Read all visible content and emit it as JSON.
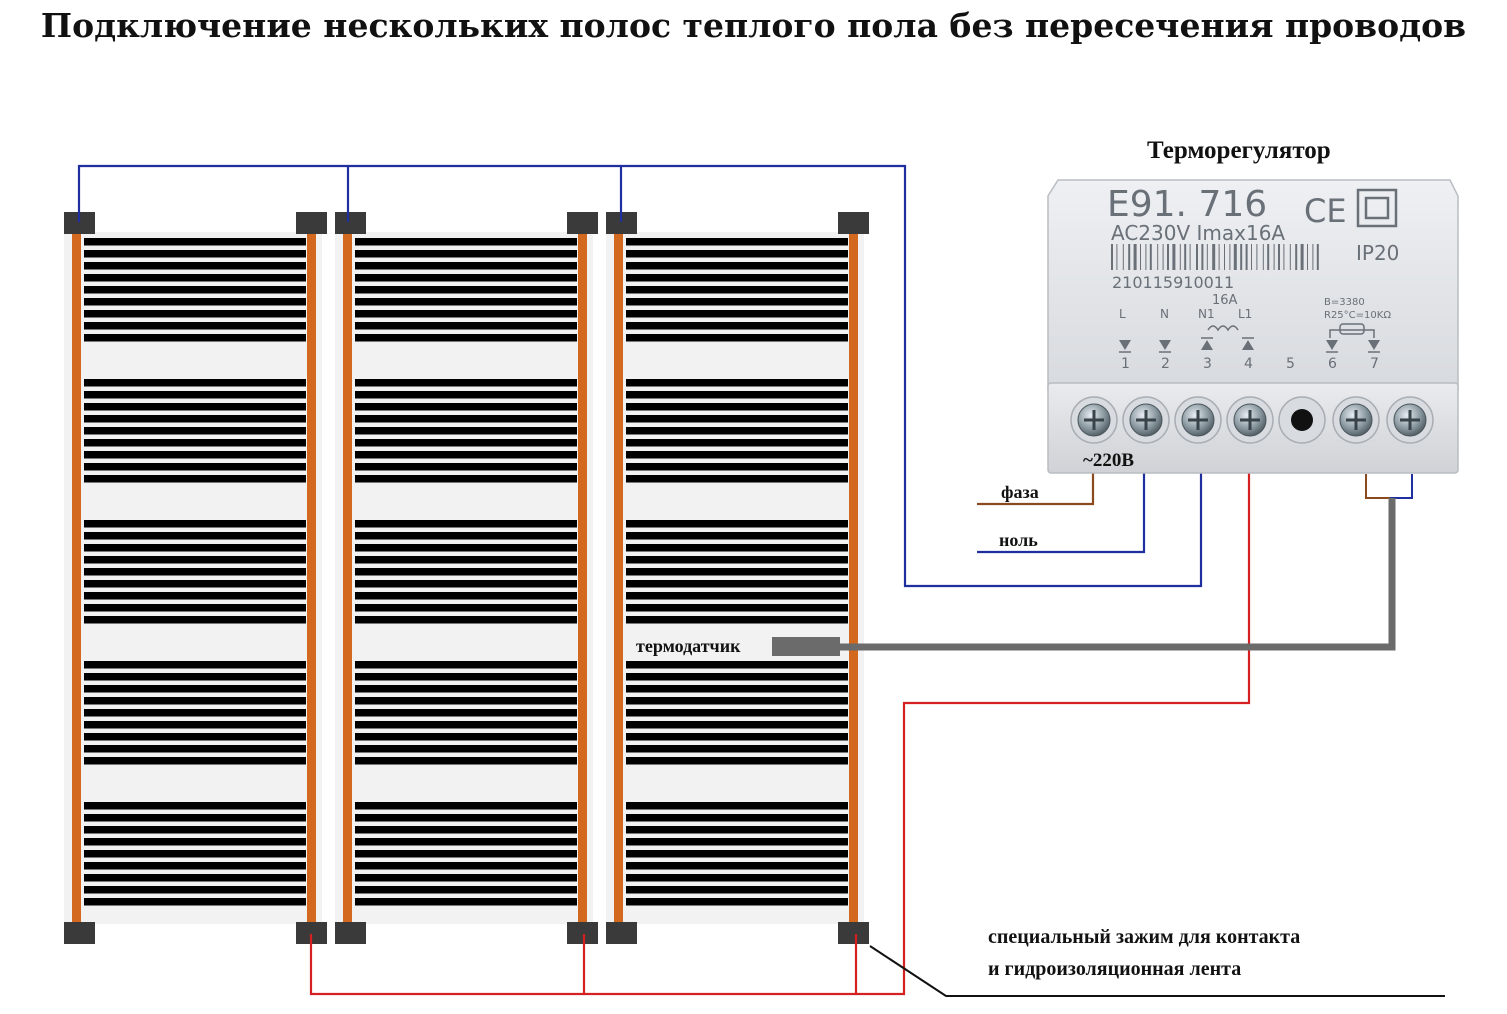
{
  "title": "Подключение нескольких полос теплого пола без пересечения проводов",
  "labels": {
    "thermostat": "Терморегулятор",
    "voltage": "~220В",
    "phase": "фаза",
    "neutral": "ноль",
    "sensor": "термодатчик",
    "clamp_line1": "специальный зажим для контакта",
    "clamp_line2": "и гидроизоляционная лента"
  },
  "device": {
    "model": "E91. 716",
    "ce": "CE",
    "rating": "AC230V  Imax16A",
    "ip": "IP20",
    "serial": "210115910011",
    "current": "16A",
    "sensor_params_1": "B=3380",
    "sensor_params_2": "R25°C=10KΩ",
    "terminal_letters": [
      "L",
      "N",
      "N1",
      "L1"
    ],
    "terminal_numbers": [
      "1",
      "2",
      "3",
      "4",
      "5",
      "6",
      "7"
    ]
  },
  "colors": {
    "neutral_wire": "#1f2fa0",
    "phase_wire": "#d42020",
    "brown_wire": "#8b4a1e",
    "sensor_cable": "#6b6b6b",
    "busbar": "#d2691e",
    "heating_stripe": "#000000",
    "connector": "#3a3a3a",
    "device_body": "#e4e6ea"
  },
  "icons": [
    "screw-terminal-icon",
    "ce-mark-icon",
    "double-insulation-icon",
    "barcode-icon"
  ]
}
